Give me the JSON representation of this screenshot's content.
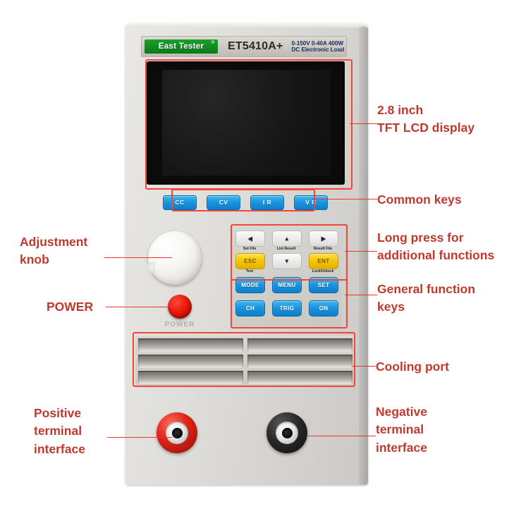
{
  "device": {
    "brand": "East Tester",
    "brand_trademark": "®",
    "model": "ET5410A+",
    "spec_line1": "0-150V 0-40A 400W",
    "spec_line2": "DC Electronic Load",
    "power_silkscreen": "POWER"
  },
  "common_keys": [
    {
      "label": "CC"
    },
    {
      "label": "CV"
    },
    {
      "label": "I R"
    },
    {
      "label": "V R"
    }
  ],
  "keypad": {
    "arrows": [
      {
        "label": "◀",
        "sub": "Set File"
      },
      {
        "label": "▲",
        "sub": "List Result"
      },
      {
        "label": "▶",
        "sub": "Result File"
      }
    ],
    "esc": {
      "label": "ESC",
      "sub": "Test"
    },
    "down": {
      "label": "▼"
    },
    "ent": {
      "label": "ENT",
      "sub": "Lock/Unlock"
    },
    "row_mode": [
      {
        "label": "MODE"
      },
      {
        "label": "MENU"
      },
      {
        "label": "SET"
      }
    ],
    "row_ch": [
      {
        "label": "CH"
      },
      {
        "label": "TRIG"
      },
      {
        "label": "ON"
      }
    ]
  },
  "annotations": {
    "lcd_line1": "2.8 inch",
    "lcd_line2": "TFT LCD display",
    "common_keys": "Common keys",
    "long_press_line1": "Long press for",
    "long_press_line2": "additional functions",
    "general_keys_line1": "General function",
    "general_keys_line2": "keys",
    "cooling_port": "Cooling port",
    "adjustment_line1": "Adjustment",
    "adjustment_line2": "knob",
    "power": "POWER",
    "positive_line1": "Positive",
    "positive_line2": "terminal",
    "positive_line3": "interface",
    "negative_line1": "Negative",
    "negative_line2": "terminal",
    "negative_line3": "interface"
  },
  "colors": {
    "callout_red": "#f4453a",
    "label_red": "#c0392f",
    "key_blue": "#1c93dd",
    "key_yellow": "#f5c400",
    "brand_green": "#18a02a",
    "positive_terminal": "#e02318",
    "negative_terminal": "#101010"
  }
}
